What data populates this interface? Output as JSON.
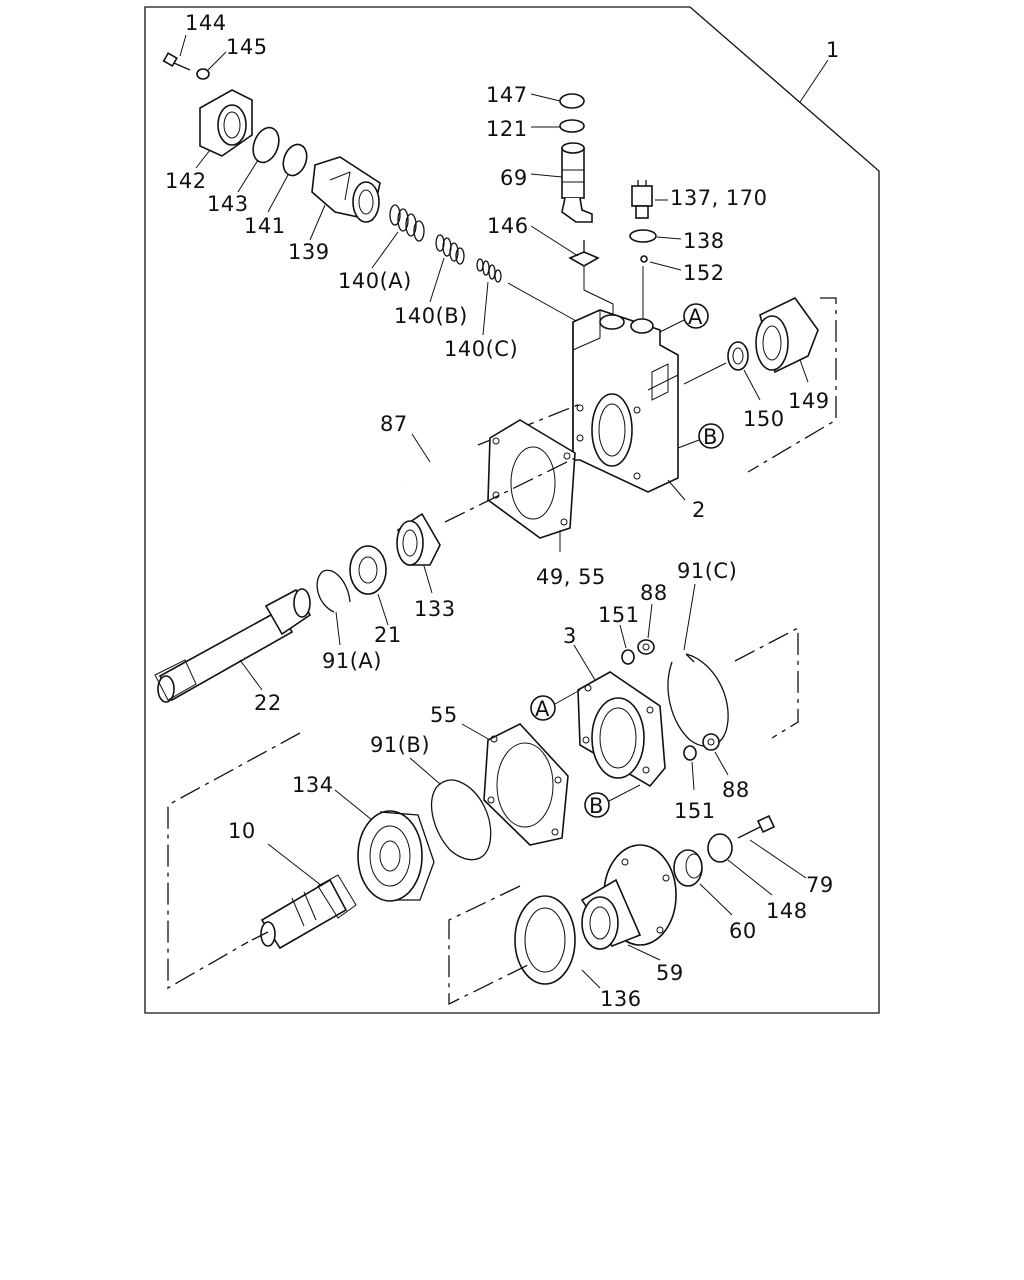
{
  "diagram": {
    "assembly_label": "1",
    "parts": {
      "p144": "144",
      "p145": "145",
      "p142": "142",
      "p143": "143",
      "p141": "141",
      "p139": "139",
      "p140a": "140(A)",
      "p140b": "140(B)",
      "p140c": "140(C)",
      "p147": "147",
      "p121": "121",
      "p69": "69",
      "p146": "146",
      "p137": "137, 170",
      "p138": "138",
      "p152": "152",
      "p149": "149",
      "p150": "150",
      "p87": "87",
      "p2": "2",
      "p4955": "49, 55",
      "p133": "133",
      "p21": "21",
      "p91a": "91(A)",
      "p22": "22",
      "p91c": "91(C)",
      "p88a": "88",
      "p151a": "151",
      "p3": "3",
      "p55": "55",
      "p91b": "91(B)",
      "p134": "134",
      "p10": "10",
      "p151b": "151",
      "p88b": "88",
      "p79": "79",
      "p148": "148",
      "p60": "60",
      "p59": "59",
      "p136": "136"
    },
    "refs": {
      "a1": "A",
      "b1": "B",
      "a2": "A",
      "b2": "B"
    }
  }
}
